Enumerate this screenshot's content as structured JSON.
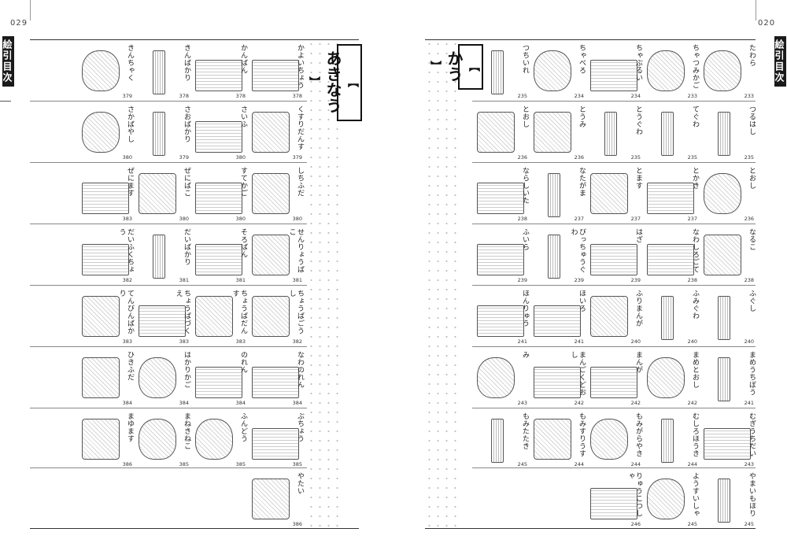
{
  "left_page": {
    "page_number": "029",
    "side_label": "絵引目次",
    "section_title": "あきなう",
    "rows": [
      [
        {
          "label": "かよいちょう",
          "number": "378",
          "shape": "w"
        },
        {
          "label": "かんばん",
          "number": "378",
          "shape": "w"
        },
        {
          "label": "きんばかり",
          "number": "378",
          "shape": "t"
        },
        {
          "label": "きんちゃく",
          "number": "379",
          "shape": "r"
        }
      ],
      [
        {
          "label": "くすりだんす",
          "number": "379",
          "shape": "b"
        },
        {
          "label": "さいふ",
          "number": "380",
          "shape": "w"
        },
        {
          "label": "さおばかり",
          "number": "379",
          "shape": "t"
        },
        {
          "label": "さかばやし",
          "number": "380",
          "shape": "r"
        }
      ],
      [
        {
          "label": "しちふだ",
          "number": "380",
          "shape": "b"
        },
        {
          "label": "すてかご",
          "number": "380",
          "shape": "w"
        },
        {
          "label": "ぜにばこ",
          "number": "380",
          "shape": "b"
        },
        {
          "label": "ぜにます",
          "number": "383",
          "shape": "w"
        }
      ],
      [
        {
          "label": "せんりょうばこ",
          "number": "381",
          "shape": "b"
        },
        {
          "label": "そろばん",
          "number": "381",
          "shape": "w"
        },
        {
          "label": "だいばかり",
          "number": "381",
          "shape": "t"
        },
        {
          "label": "だいふくちょう",
          "number": "382",
          "shape": "w"
        }
      ],
      [
        {
          "label": "ちょうばごうし",
          "number": "382",
          "shape": "b"
        },
        {
          "label": "ちょうばだんす",
          "number": "383",
          "shape": "b"
        },
        {
          "label": "ちょうばづくえ",
          "number": "383",
          "shape": "w"
        },
        {
          "label": "てんびんばかり",
          "number": "383",
          "shape": "b"
        }
      ],
      [
        {
          "label": "なわのれん",
          "number": "384",
          "shape": "w"
        },
        {
          "label": "のれん",
          "number": "384",
          "shape": "w"
        },
        {
          "label": "はかりかご",
          "number": "384",
          "shape": "r"
        },
        {
          "label": "ひきふだ",
          "number": "384",
          "shape": "b"
        }
      ],
      [
        {
          "label": "ぶちょう",
          "number": "385",
          "shape": "w"
        },
        {
          "label": "ふんどう",
          "number": "385",
          "shape": "r"
        },
        {
          "label": "まねきねこ",
          "number": "385",
          "shape": "r"
        },
        {
          "label": "まゆます",
          "number": "386",
          "shape": "b"
        }
      ],
      [
        {
          "label": "やたい",
          "number": "386",
          "shape": "b"
        }
      ]
    ]
  },
  "right_page": {
    "page_number": "020",
    "side_label": "絵引目次",
    "section_title": "かう",
    "rows": [
      [
        {
          "label": "たわら",
          "number": "233",
          "shape": "r"
        },
        {
          "label": "ちゃつみかご",
          "number": "233",
          "shape": "r"
        },
        {
          "label": "ちゃぶるい",
          "number": "234",
          "shape": "w"
        },
        {
          "label": "ちゃべろ",
          "number": "234",
          "shape": "r"
        },
        {
          "label": "つちいれ",
          "number": "235",
          "shape": "t"
        }
      ],
      [
        {
          "label": "つるはし",
          "number": "235",
          "shape": "t"
        },
        {
          "label": "てぐわ",
          "number": "235",
          "shape": "t"
        },
        {
          "label": "とうぐわ",
          "number": "235",
          "shape": "t"
        },
        {
          "label": "とうみ",
          "number": "236",
          "shape": "b"
        },
        {
          "label": "とおし",
          "number": "236",
          "shape": "b"
        }
      ],
      [
        {
          "label": "とおし",
          "number": "236",
          "shape": "r"
        },
        {
          "label": "とかき",
          "number": "237",
          "shape": "w"
        },
        {
          "label": "とます",
          "number": "237",
          "shape": "b"
        },
        {
          "label": "なたがま",
          "number": "237",
          "shape": "t"
        },
        {
          "label": "ならしいた",
          "number": "238",
          "shape": "w"
        }
      ],
      [
        {
          "label": "なるこ",
          "number": "238",
          "shape": "b"
        },
        {
          "label": "なわしろごて",
          "number": "238",
          "shape": "w"
        },
        {
          "label": "はざ",
          "number": "239",
          "shape": "w"
        },
        {
          "label": "びっちゅうぐわ",
          "number": "239",
          "shape": "t"
        },
        {
          "label": "ふいら",
          "number": "239",
          "shape": "w"
        }
      ],
      [
        {
          "label": "ふぐし",
          "number": "240",
          "shape": "t"
        },
        {
          "label": "ふみぐわ",
          "number": "240",
          "shape": "t"
        },
        {
          "label": "ふりまんが",
          "number": "240",
          "shape": "b"
        },
        {
          "label": "ほいろ",
          "number": "241",
          "shape": "w"
        },
        {
          "label": "ほんりゅう",
          "number": "241",
          "shape": "w"
        }
      ],
      [
        {
          "label": "まめうちぼう",
          "number": "241",
          "shape": "t"
        },
        {
          "label": "まめとおし",
          "number": "242",
          "shape": "r"
        },
        {
          "label": "まんが",
          "number": "242",
          "shape": "w"
        },
        {
          "label": "まんごくどおし",
          "number": "242",
          "shape": "w"
        },
        {
          "label": "み",
          "number": "243",
          "shape": "r"
        }
      ],
      [
        {
          "label": "むぎうちだい",
          "number": "243",
          "shape": "w"
        },
        {
          "label": "むしろほうき",
          "number": "244",
          "shape": "t"
        },
        {
          "label": "もみがらやき",
          "number": "244",
          "shape": "r"
        },
        {
          "label": "もみすりうす",
          "number": "244",
          "shape": "b"
        },
        {
          "label": "もみたたき",
          "number": "245",
          "shape": "t"
        }
      ],
      [
        {
          "label": "やまいもほり",
          "number": "245",
          "shape": "t"
        },
        {
          "label": "ようすいしゃ",
          "number": "245",
          "shape": "r"
        },
        {
          "label": "りゅうこつしゃ",
          "number": "246",
          "shape": "w"
        }
      ]
    ]
  }
}
